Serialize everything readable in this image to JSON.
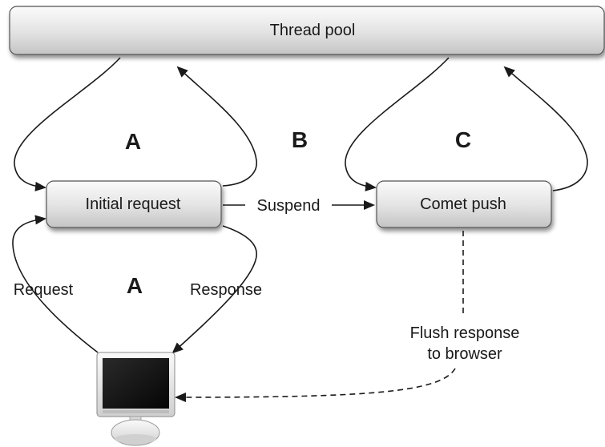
{
  "boxes": {
    "thread_pool": "Thread pool",
    "initial_request": "Initial request",
    "comet_push": "Comet push"
  },
  "phases": {
    "a_top": "A",
    "b": "B",
    "c": "C",
    "a_bottom": "A"
  },
  "edges": {
    "suspend": "Suspend",
    "request": "Request",
    "response": "Response",
    "flush_line1": "Flush response",
    "flush_line2": "to browser"
  },
  "client": {
    "icon": "desktop-computer-icon"
  },
  "colors": {
    "box_fill_top": "#f7f7f7",
    "box_fill_bottom": "#c9c9c9",
    "stroke": "#1a1a1a"
  }
}
